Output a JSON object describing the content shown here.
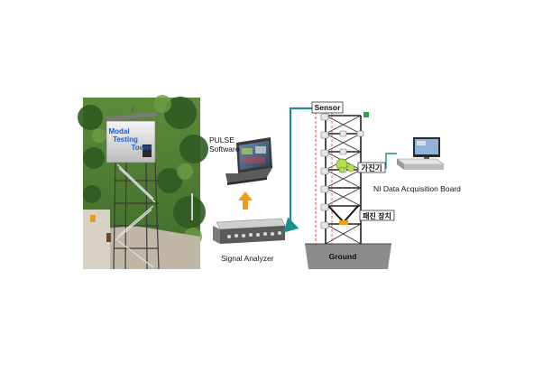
{
  "photo": {
    "tower_sign_lines": [
      "Modal",
      "Testing",
      "Tower"
    ]
  },
  "labels": {
    "pulse_software_line1": "PULSE",
    "pulse_software_line2": "Software",
    "signal_analyzer": "Signal Analyzer",
    "sensor": "Sensor",
    "exciter": "가진기",
    "shaker_device": "패진 장치",
    "ni_board": "NI Data Acquisition Board",
    "ground": "Ground"
  },
  "colors": {
    "cable": "#1a8f8f",
    "arrow_up": "#f39a1a",
    "sensor_dash": "#d84040",
    "frame": "#222222",
    "ground": "#8c8c8c",
    "exciter_green": "#b3e14a",
    "sign_text": "#1b5fd1"
  }
}
